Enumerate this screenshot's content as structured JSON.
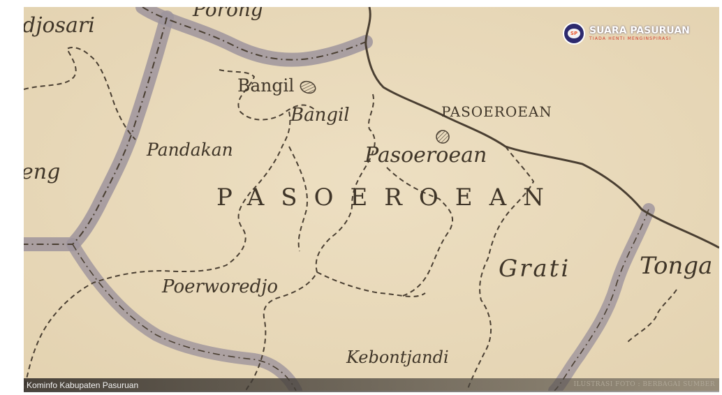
{
  "map": {
    "background_color": "#e9dbbd",
    "line_color": "#4a3f32",
    "border_band_color": "#9d949c",
    "labels": {
      "porong": "Porong",
      "djosari": "djosari",
      "eng": "eng",
      "bangil_city": "Bangil",
      "bangil_district": "Bangil",
      "pasoeroean_city": "PASOEROEAN",
      "pasoeroean_district": "Pasoeroean",
      "pandakan": "Pandakan",
      "region": "PASOEROEAN",
      "grati": "Grati",
      "tonga": "Tonga",
      "poerworedjo": "Poerworedjo",
      "kebontjandi": "Kebontjandi"
    },
    "icons": [
      "city-marker-icon",
      "city-marker-icon"
    ]
  },
  "watermark": {
    "title": "SUARA PASURUAN",
    "tagline": "TIADA HENTI MENGINSPIRASI",
    "logo_text": "SP",
    "brand_color": "#2d2a6e",
    "accent_color": "#d23a2a"
  },
  "credits": {
    "left": "Kominfo Kabupaten Pasuruan",
    "right": "ILUSTRASI FOTO : BERBAGAI SUMBER"
  }
}
